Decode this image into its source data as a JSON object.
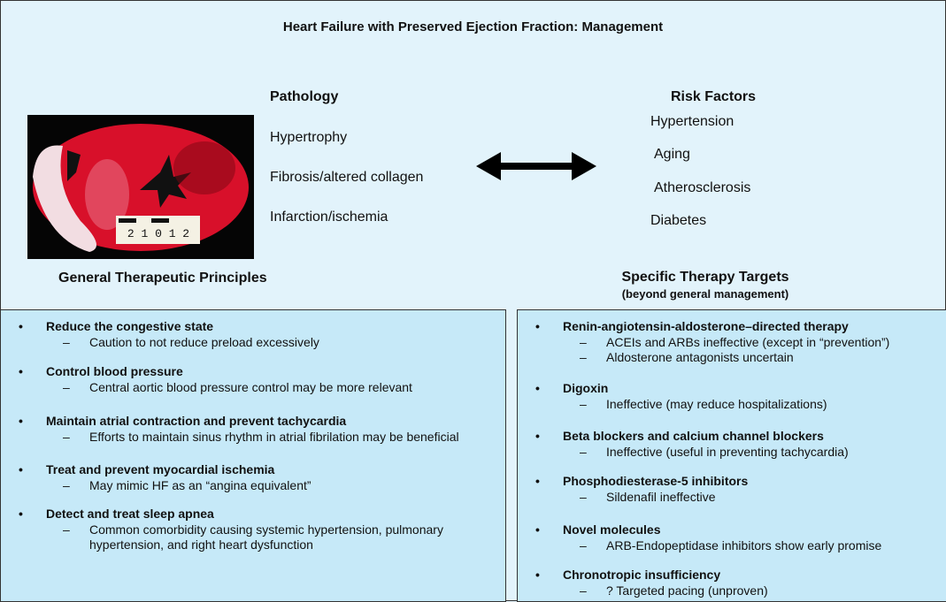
{
  "title": "Heart Failure with Preserved Ejection Fraction: Management",
  "pathology": {
    "heading": "Pathology",
    "items": [
      "Hypertrophy",
      "Fibrosis/altered collagen",
      "Infarction/ischemia"
    ],
    "ruler_label": "2 1 0 1 2"
  },
  "risk": {
    "heading": "Risk Factors",
    "items": [
      "Hypertension",
      "Aging",
      "Atherosclerosis",
      "Diabetes"
    ]
  },
  "general": {
    "heading": "General Therapeutic Principles",
    "sections": [
      {
        "title": "Reduce the congestive state",
        "subs": [
          "Caution to not reduce preload excessively"
        ]
      },
      {
        "title": "Control blood pressure",
        "subs": [
          "Central aortic blood pressure control may be more relevant"
        ]
      },
      {
        "title": "Maintain atrial contraction and prevent tachycardia",
        "subs": [
          "Efforts to maintain sinus rhythm in atrial fibrilation may be beneficial"
        ]
      },
      {
        "title": "Treat and prevent myocardial ischemia",
        "subs": [
          "May mimic HF as an “angina equivalent”"
        ]
      },
      {
        "title": "Detect and treat sleep apnea",
        "subs": [
          "Common comorbidity causing systemic hypertension, pulmonary hypertension, and right heart dysfunction"
        ]
      }
    ]
  },
  "specific": {
    "heading": "Specific Therapy Targets",
    "subheading": "(beyond general management)",
    "sections": [
      {
        "title": "Renin-angiotensin-aldosterone–directed therapy",
        "subs": [
          "ACEIs and ARBs ineffective (except in “prevention”)",
          "Aldosterone antagonists uncertain"
        ]
      },
      {
        "title": "Digoxin",
        "subs": [
          "Ineffective (may reduce hospitalizations)"
        ]
      },
      {
        "title": "Beta blockers and calcium channel blockers",
        "subs": [
          "Ineffective (useful in preventing tachycardia)"
        ]
      },
      {
        "title": "Phosphodiesterase-5 inhibitors",
        "subs": [
          "Sildenafil ineffective"
        ]
      },
      {
        "title": "Novel molecules",
        "subs": [
          "ARB-Endopeptidase inhibitors show early promise"
        ]
      },
      {
        "title": "Chronotropic insufficiency",
        "subs": [
          "? Targeted pacing (unproven)"
        ]
      }
    ]
  },
  "colors": {
    "top_bg": "#e2f3fb",
    "box_bg": "#c6e9f8"
  }
}
